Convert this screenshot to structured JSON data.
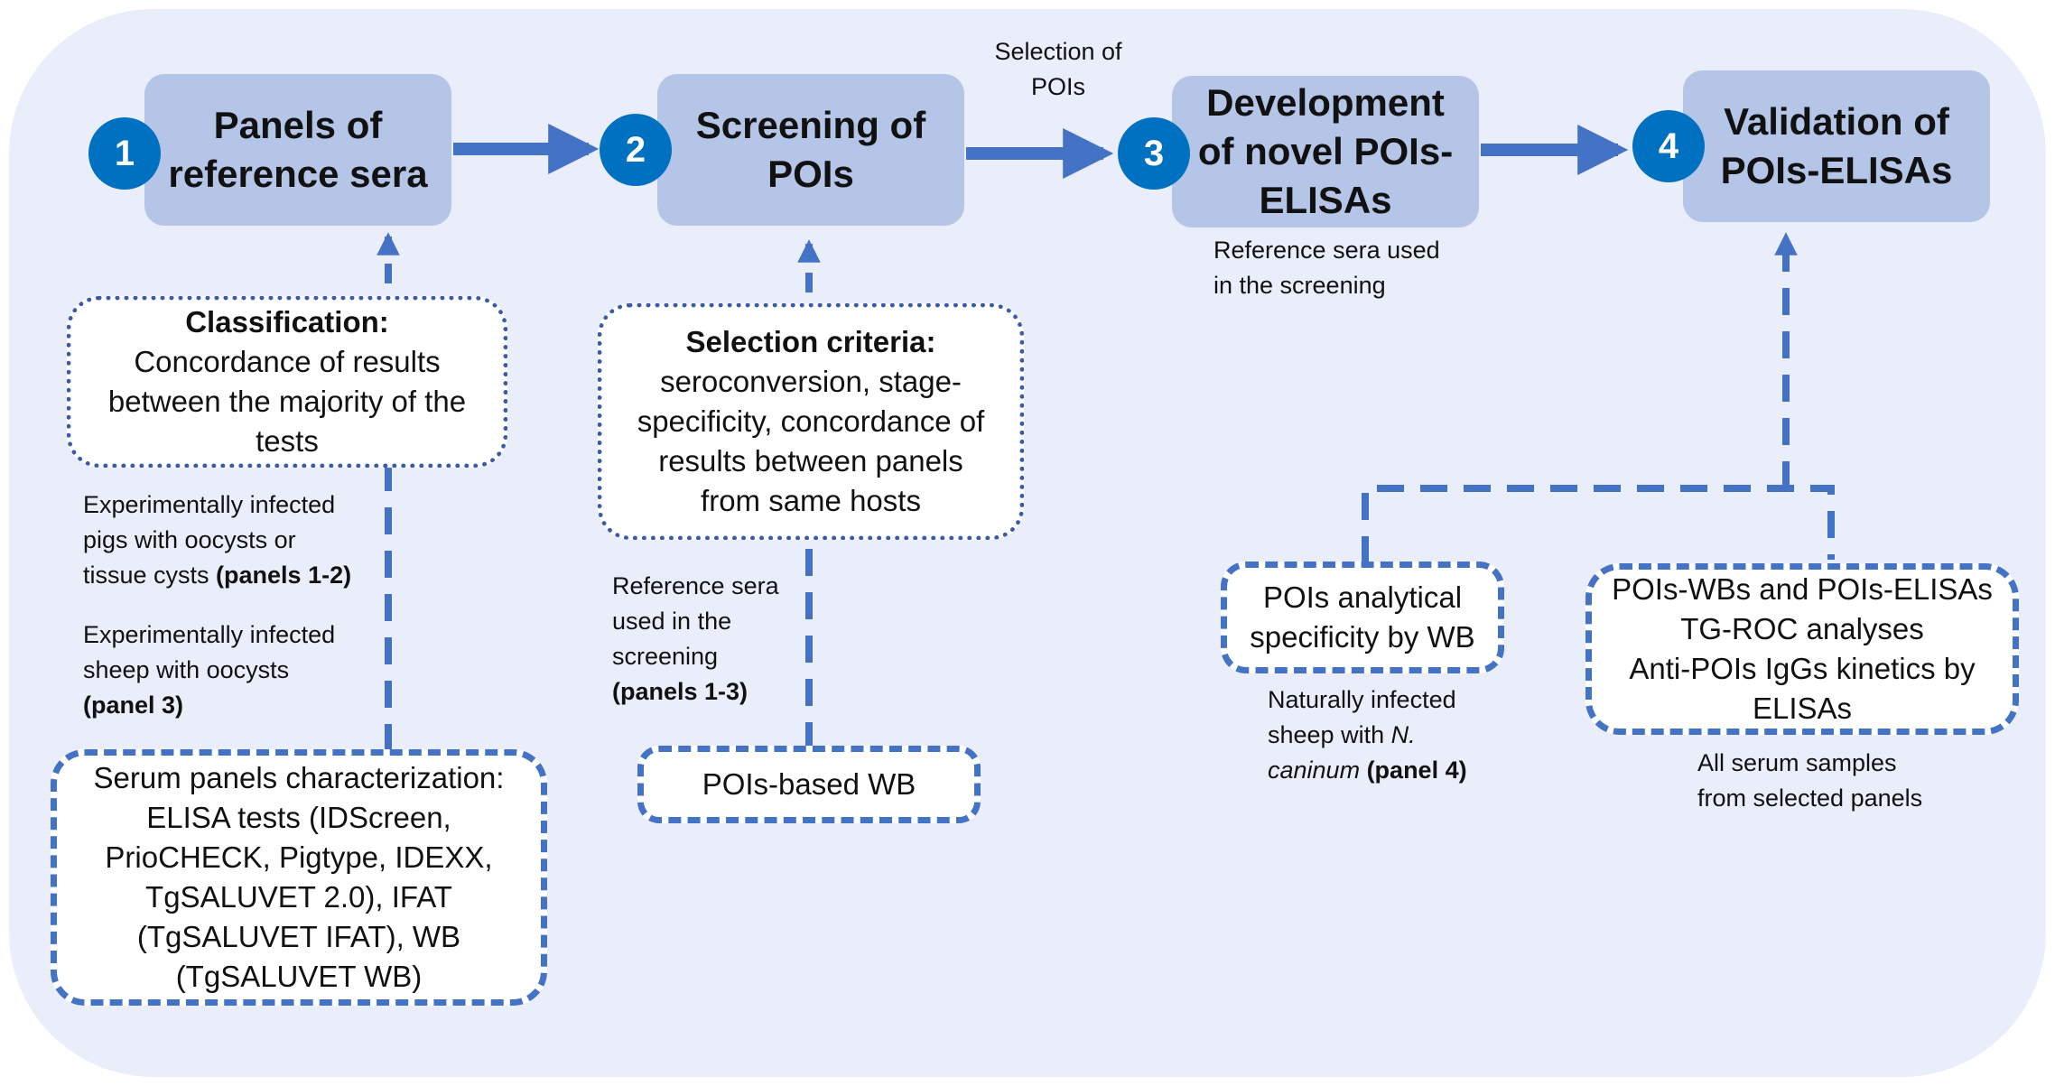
{
  "colors": {
    "background": "#e9eefa",
    "stage_box": "#b5c5e7",
    "step_circle": "#0070c0",
    "connector": "#4472c4",
    "dotted_border": "#3b5ba5"
  },
  "stages": [
    {
      "number": "1",
      "lines": [
        "Panels of",
        "reference sera"
      ]
    },
    {
      "number": "2",
      "lines": [
        "Screening of",
        "POIs"
      ]
    },
    {
      "number": "3",
      "lines": [
        "Development",
        "of novel POIs-",
        "ELISAs"
      ]
    },
    {
      "number": "4",
      "lines": [
        "Validation of",
        "POIs-ELISAs"
      ]
    }
  ],
  "arrow_label": [
    "Selection of",
    "POIs"
  ],
  "classification": {
    "title": "Classification:",
    "lines": [
      "Concordance of results",
      "between the majority of the",
      "tests"
    ]
  },
  "selection_criteria": {
    "title": "Selection criteria:",
    "lines": [
      "seroconversion, stage-",
      "specificity, concordance of",
      "results between panels",
      "from same hosts"
    ]
  },
  "serum_panels": {
    "lines": [
      "Serum panels characterization:",
      "ELISA tests (IDScreen,",
      "PrioCHECK, Pigtype, IDEXX,",
      "TgSALUVET 2.0), IFAT",
      "(TgSALUVET IFAT), WB",
      "(TgSALUVET WB)"
    ]
  },
  "pois_based_wb": "POIs-based WB",
  "pois_specificity": {
    "lines": [
      "POIs analytical",
      "specificity by WB"
    ]
  },
  "pois_validation": {
    "lines": [
      "POIs-WBs and POIs-ELISAs",
      "TG-ROC analyses",
      "Anti-POIs IgGs kinetics by",
      "ELISAs"
    ]
  },
  "notes": {
    "pigs": {
      "line1": "Experimentally infected",
      "line2": "pigs with oocysts or",
      "line3": "tissue cysts ",
      "line3_bold": "(panels 1-2)"
    },
    "sheep": {
      "line1": "Experimentally infected",
      "line2": "sheep with oocysts",
      "line3_bold": "(panel 3)"
    },
    "screening_sera": {
      "line1": "Reference sera",
      "line2": "used in the",
      "line3": "screening",
      "line4_bold": "(panels 1-3)"
    },
    "stage3_sera": {
      "line1": "Reference sera used",
      "line2": "in the screening"
    },
    "natural": {
      "line1": "Naturally infected",
      "line2_pre": "sheep with ",
      "line2_italic": "N.",
      "line3_italic": "caninum",
      "line3_bold": " (panel 4)"
    },
    "all_serum": {
      "line1": "All serum samples",
      "line2": "from selected panels"
    }
  }
}
